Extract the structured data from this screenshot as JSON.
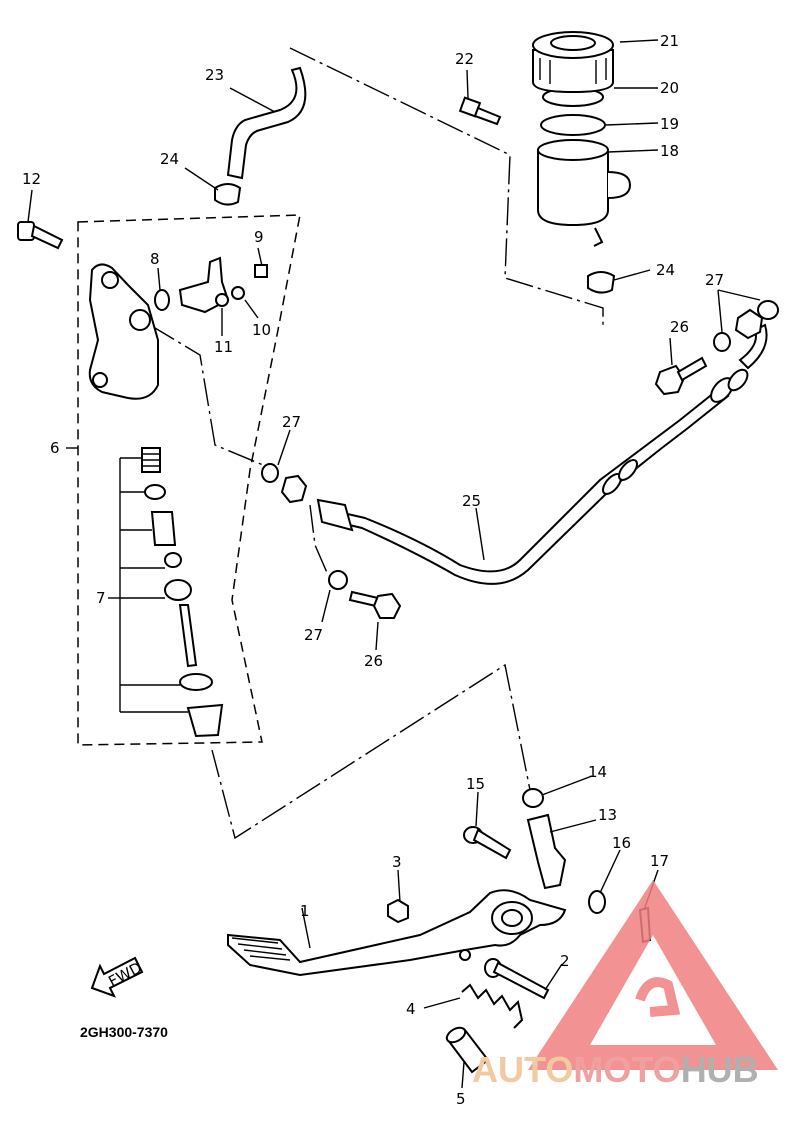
{
  "diagram": {
    "part_code": "2GH300-7370",
    "direction_label": "FWD",
    "callouts": {
      "c1": "1",
      "c2": "2",
      "c3": "3",
      "c4": "4",
      "c5": "5",
      "c6": "6",
      "c7": "7",
      "c8": "8",
      "c9": "9",
      "c10": "10",
      "c11": "11",
      "c12": "12",
      "c13": "13",
      "c14": "14",
      "c15": "15",
      "c16": "16",
      "c17": "17",
      "c18": "18",
      "c19": "19",
      "c20": "20",
      "c21": "21",
      "c22": "22",
      "c23": "23",
      "c24a": "24",
      "c24b": "24",
      "c25": "25",
      "c26a": "26",
      "c26b": "26",
      "c27a": "27",
      "c27b": "27",
      "c27c": "27"
    }
  },
  "watermark": {
    "word_auto": "AUTO",
    "word_moto": "MOTO",
    "word_hub": "HUB",
    "colors": {
      "auto": "#f2c9a0",
      "moto": "#f0a0a0",
      "hub": "#b0b0b0",
      "triangle": "#f08080"
    }
  }
}
